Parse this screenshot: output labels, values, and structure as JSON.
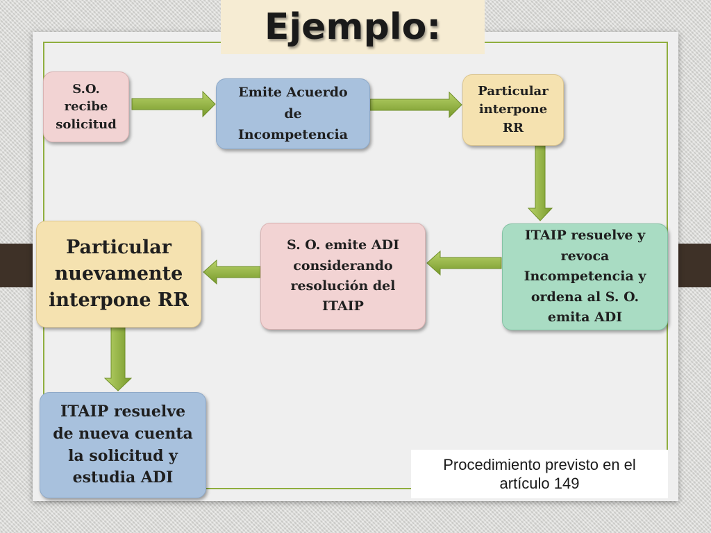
{
  "title": "Ejemplo:",
  "nodes": {
    "so_recibe": "S.O. recibe solicitud",
    "emite_acuerdo": "Emite Acuerdo de Incompetencia",
    "particular_interpone": "Particular interpone RR",
    "itaip_revoca": "ITAIP resuelve y revoca Incompetencia y ordena al S. O. emita ADI",
    "so_emite_adi": "S. O. emite ADI considerando resolución del ITAIP",
    "particular_nuevamente": "Particular nuevamente interpone RR",
    "itaip_resuelve": "ITAIP resuelve de nueva cuenta la solicitud y estudia ADI"
  },
  "note": "Procedimiento previsto en el artículo 149",
  "colors": {
    "arrow": "#8fb23c",
    "frame": "#8fae3e",
    "pink": "#f2d3d3",
    "blue": "#a8c1dd",
    "tan": "#f5e2b0",
    "green": "#a9dcc3"
  }
}
